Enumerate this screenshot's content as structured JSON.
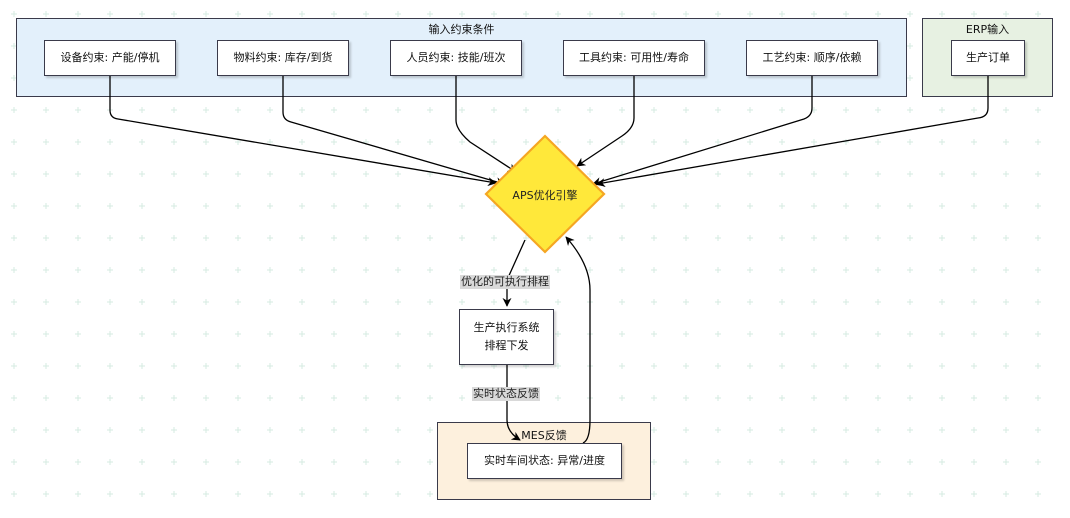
{
  "colors": {
    "input_group_fill": "#e3f0fb",
    "erp_group_fill": "#e7f1e2",
    "mes_group_fill": "#fdf0dd",
    "engine_fill": "#ffe83a",
    "engine_stroke": "#f5a623",
    "stroke": "#3a3a4a"
  },
  "groups": {
    "input": {
      "title": "输入约束条件"
    },
    "erp": {
      "title": "ERP输入"
    },
    "mes": {
      "title": "MES反馈"
    }
  },
  "nodes": {
    "equipment": "设备约束: 产能/停机",
    "material": "物料约束: 库存/到货",
    "personnel": "人员约束: 技能/班次",
    "tooling": "工具约束: 可用性/寿命",
    "process": "工艺约束: 顺序/依赖",
    "order": "生产订单",
    "engine": "APS优化引擎",
    "mes_exec_line1": "生产执行系统",
    "mes_exec_line2": "排程下发",
    "shopfloor": "实时车间状态: 异常/进度"
  },
  "edges": {
    "schedule_label": "优化的可执行排程",
    "feedback_label": "实时状态反馈"
  }
}
